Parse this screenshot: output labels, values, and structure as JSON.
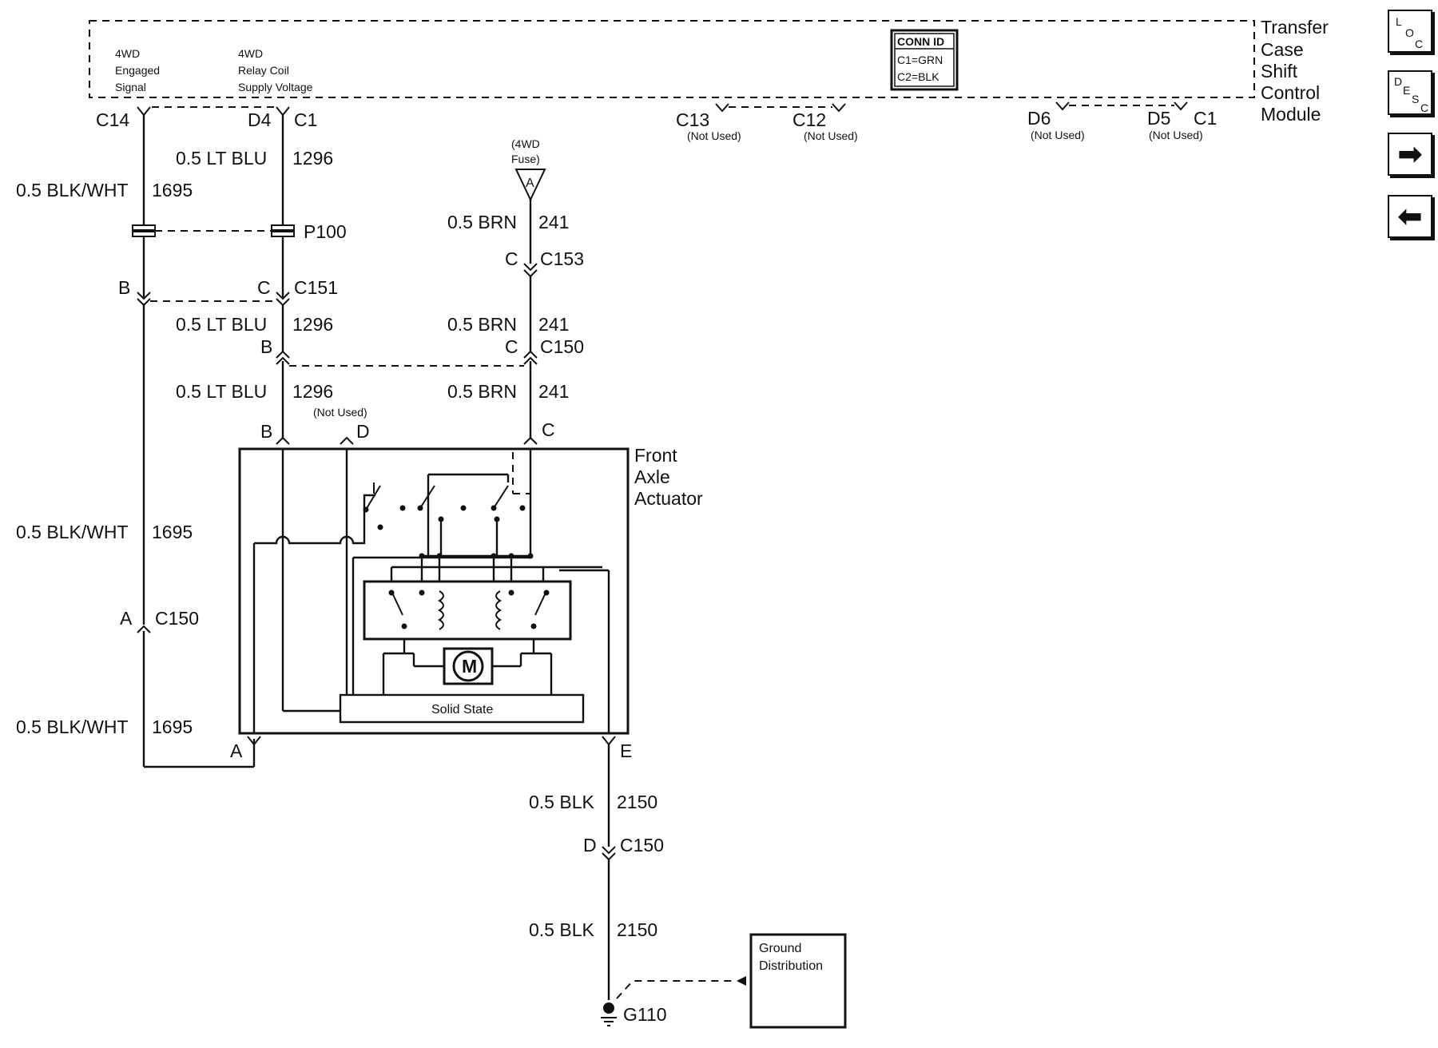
{
  "module": {
    "name_lines": [
      "Transfer",
      "Case",
      "Shift",
      "Control",
      "Module"
    ],
    "signal_4wd_engaged": [
      "4WD",
      "Engaged",
      "Signal"
    ],
    "signal_relay_coil": [
      "4WD",
      "Relay Coil",
      "Supply Voltage"
    ],
    "conn_id": {
      "title": "CONN ID",
      "c1": "C1=GRN",
      "c2": "C2=BLK"
    },
    "pins": [
      {
        "pin": "C14",
        "connector": ""
      },
      {
        "pin": "D4",
        "connector": "C1"
      },
      {
        "pin": "C13",
        "note": "(Not Used)"
      },
      {
        "pin": "C12",
        "note": "(Not Used)"
      },
      {
        "pin": "D6",
        "note": "(Not Used)"
      },
      {
        "pin": "D5",
        "connector": "C1",
        "note": "(Not Used)"
      }
    ]
  },
  "wires": {
    "blk_wht": {
      "gauge_color": "0.5 BLK/WHT",
      "circuit": "1695"
    },
    "lt_blu": {
      "gauge_color": "0.5 LT BLU",
      "circuit": "1296"
    },
    "brn": {
      "gauge_color": "0.5 BRN",
      "circuit": "241"
    },
    "blk": {
      "gauge_color": "0.5 BLK",
      "circuit": "2150"
    }
  },
  "fuse": {
    "lines": [
      "(4WD",
      "Fuse)"
    ],
    "terminal": "A"
  },
  "splice_pack": "P100",
  "connectors": {
    "c153": {
      "name": "C153",
      "pin": "C"
    },
    "c151": {
      "name": "C151",
      "pin_a": "B",
      "pin_b": "C"
    },
    "c150": {
      "name": "C150",
      "pin_b": "B",
      "pin_c": "C",
      "pin_a": "A",
      "pin_d": "D"
    },
    "actuator_pins": {
      "b": "B",
      "d": "D",
      "c": "C",
      "a": "A",
      "e": "E"
    },
    "not_used": "(Not Used)"
  },
  "actuator": {
    "name_lines": [
      "Front",
      "Axle",
      "Actuator"
    ],
    "solid_state": "Solid State",
    "motor": "M"
  },
  "ground": {
    "name": "G110",
    "distribution_lines": [
      "Ground",
      "Distribution"
    ]
  },
  "nav": {
    "loc": {
      "letters": [
        "L",
        "O",
        "C"
      ]
    },
    "desc": {
      "letters": [
        "D",
        "E",
        "S",
        "C"
      ]
    },
    "next": {
      "glyph": "➡",
      "icon": "right-arrow-icon"
    },
    "prev": {
      "glyph": "⬅",
      "icon": "left-arrow-icon"
    }
  }
}
